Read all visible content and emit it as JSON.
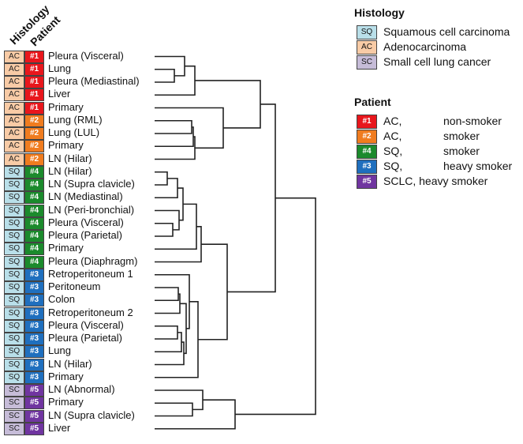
{
  "headers": {
    "histology": "Histology",
    "patient": "Patient"
  },
  "colors": {
    "SQ": "#b9dfe9",
    "AC": "#f8cba6",
    "SC": "#c6bcd8",
    "#1": "#e8161c",
    "#2": "#f07c1f",
    "#4": "#1b8a2c",
    "#3": "#1f6fbe",
    "#5": "#7035a0",
    "line": "#222222"
  },
  "samples": [
    {
      "histology": "AC",
      "patient": "#1",
      "label": "Pleura (Visceral)"
    },
    {
      "histology": "AC",
      "patient": "#1",
      "label": "Lung"
    },
    {
      "histology": "AC",
      "patient": "#1",
      "label": "Pleura (Mediastinal)"
    },
    {
      "histology": "AC",
      "patient": "#1",
      "label": "Liver"
    },
    {
      "histology": "AC",
      "patient": "#1",
      "label": "Primary"
    },
    {
      "histology": "AC",
      "patient": "#2",
      "label": "Lung (RML)"
    },
    {
      "histology": "AC",
      "patient": "#2",
      "label": "Lung (LUL)"
    },
    {
      "histology": "AC",
      "patient": "#2",
      "label": "Primary"
    },
    {
      "histology": "AC",
      "patient": "#2",
      "label": "LN (Hilar)"
    },
    {
      "histology": "SQ",
      "patient": "#4",
      "label": "LN (Hilar)"
    },
    {
      "histology": "SQ",
      "patient": "#4",
      "label": "LN (Supra clavicle)"
    },
    {
      "histology": "SQ",
      "patient": "#4",
      "label": "LN (Mediastinal)"
    },
    {
      "histology": "SQ",
      "patient": "#4",
      "label": "LN (Peri-bronchial)"
    },
    {
      "histology": "SQ",
      "patient": "#4",
      "label": "Pleura (Visceral)"
    },
    {
      "histology": "SQ",
      "patient": "#4",
      "label": "Pleura (Parietal)"
    },
    {
      "histology": "SQ",
      "patient": "#4",
      "label": "Primary"
    },
    {
      "histology": "SQ",
      "patient": "#4",
      "label": "Pleura (Diaphragm)"
    },
    {
      "histology": "SQ",
      "patient": "#3",
      "label": "Retroperitoneum 1"
    },
    {
      "histology": "SQ",
      "patient": "#3",
      "label": "Peritoneum"
    },
    {
      "histology": "SQ",
      "patient": "#3",
      "label": "Colon"
    },
    {
      "histology": "SQ",
      "patient": "#3",
      "label": "Retroperitoneum 2"
    },
    {
      "histology": "SQ",
      "patient": "#3",
      "label": "Pleura (Visceral)"
    },
    {
      "histology": "SQ",
      "patient": "#3",
      "label": "Pleura (Parietal)"
    },
    {
      "histology": "SQ",
      "patient": "#3",
      "label": "Lung"
    },
    {
      "histology": "SQ",
      "patient": "#3",
      "label": "LN (Hilar)"
    },
    {
      "histology": "SQ",
      "patient": "#3",
      "label": "Primary"
    },
    {
      "histology": "SC",
      "patient": "#5",
      "label": "LN (Abnormal)"
    },
    {
      "histology": "SC",
      "patient": "#5",
      "label": "Primary"
    },
    {
      "histology": "SC",
      "patient": "#5",
      "label": "LN (Supra clavicle)"
    },
    {
      "histology": "SC",
      "patient": "#5",
      "label": "Liver"
    }
  ],
  "legend_histology": {
    "title": "Histology",
    "items": [
      {
        "code": "SQ",
        "text": "Squamous cell carcinoma"
      },
      {
        "code": "AC",
        "text": "Adenocarcinoma"
      },
      {
        "code": "SC",
        "text": "Small cell lung cancer"
      }
    ]
  },
  "legend_patient": {
    "title": "Patient",
    "items": [
      {
        "code": "#1",
        "type": "AC,",
        "smoking": "non-smoker"
      },
      {
        "code": "#2",
        "type": "AC,",
        "smoking": "smoker"
      },
      {
        "code": "#4",
        "type": "SQ,",
        "smoking": "smoker"
      },
      {
        "code": "#3",
        "type": "SQ,",
        "smoking": "heavy smoker"
      },
      {
        "code": "#5",
        "type": "SCLC, heavy smoker",
        "smoking": ""
      }
    ]
  }
}
